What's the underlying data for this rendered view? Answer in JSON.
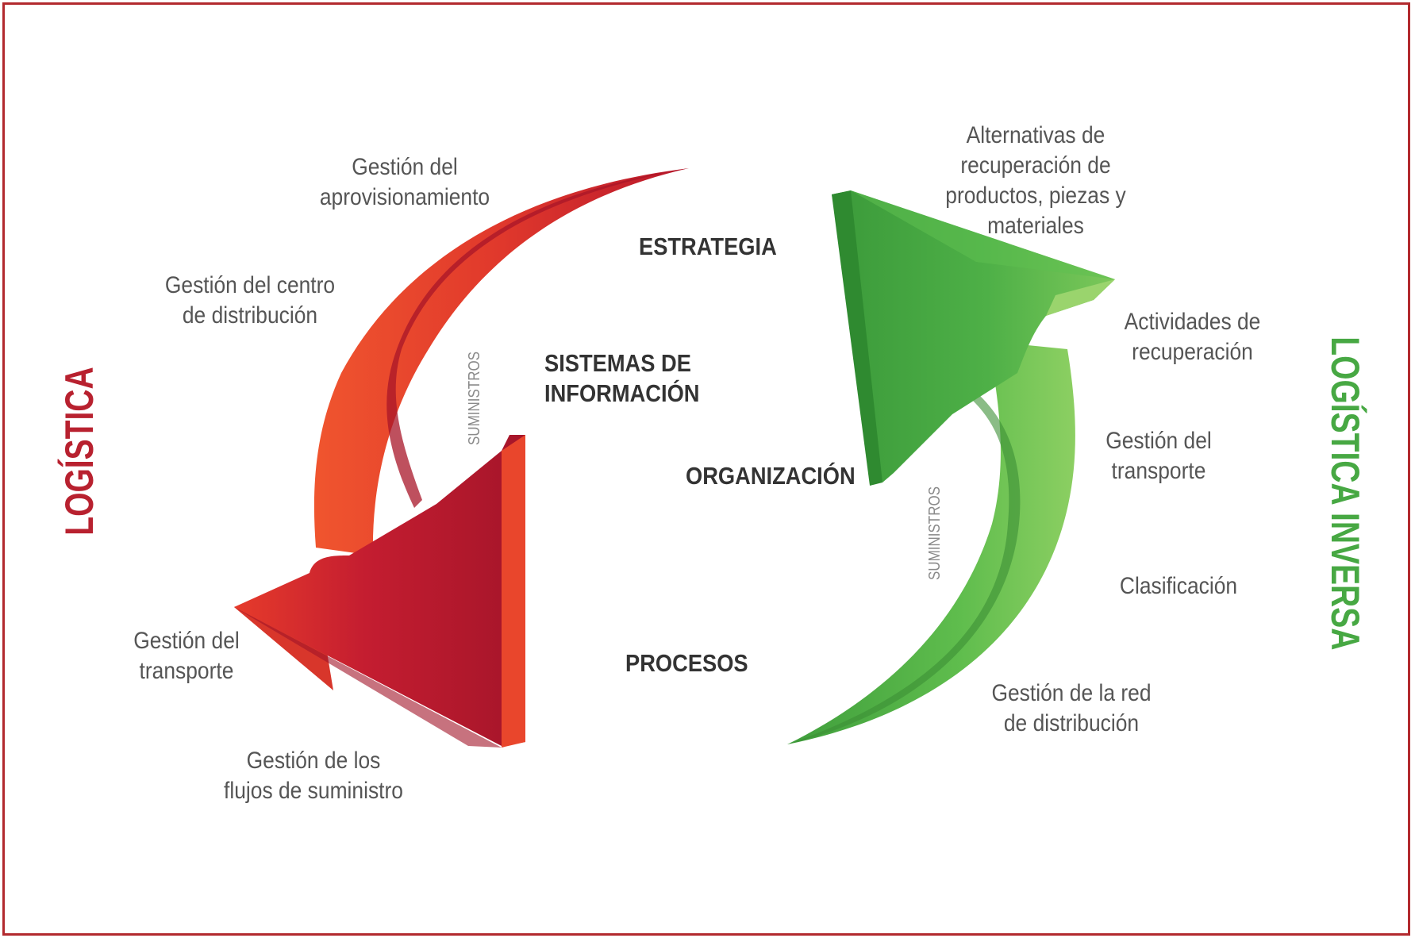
{
  "colors": {
    "logistica": "#b8212f",
    "logistica_inversa": "#47a843",
    "red_arrow": "#c41d30",
    "green_arrow": "#4aac44",
    "frame": "#b22a2e"
  },
  "logistica": {
    "title": "LOGÍSTICA",
    "arrow_label": "SUMINISTROS",
    "labels": {
      "aprovisionamiento": [
        "Gestión del",
        "aprovisionamiento"
      ],
      "centro": [
        "Gestión del centro",
        "de distribución"
      ],
      "transporte": [
        "Gestión del",
        "transporte"
      ],
      "flujos": [
        "Gestión de los",
        "flujos de suministro"
      ]
    }
  },
  "logistica_inversa": {
    "title": "LOGÍSTICA INVERSA",
    "arrow_label": "SUMINISTROS",
    "labels": {
      "alternativas": [
        "Alternativas de",
        "recuperación de",
        "productos, piezas y",
        "materiales"
      ],
      "actividades": [
        "Actividades de",
        "recuperación"
      ],
      "transporte": [
        "Gestión del",
        "transporte"
      ],
      "clasificacion": [
        "Clasificación"
      ],
      "red": [
        "Gestión de la red",
        "de distribución"
      ]
    }
  },
  "center": {
    "estrategia": "ESTRATEGIA",
    "sistemas": [
      "SISTEMAS DE",
      "INFORMACIÓN"
    ],
    "organizacion": "ORGANIZACIÓN",
    "procesos": "PROCESOS"
  }
}
